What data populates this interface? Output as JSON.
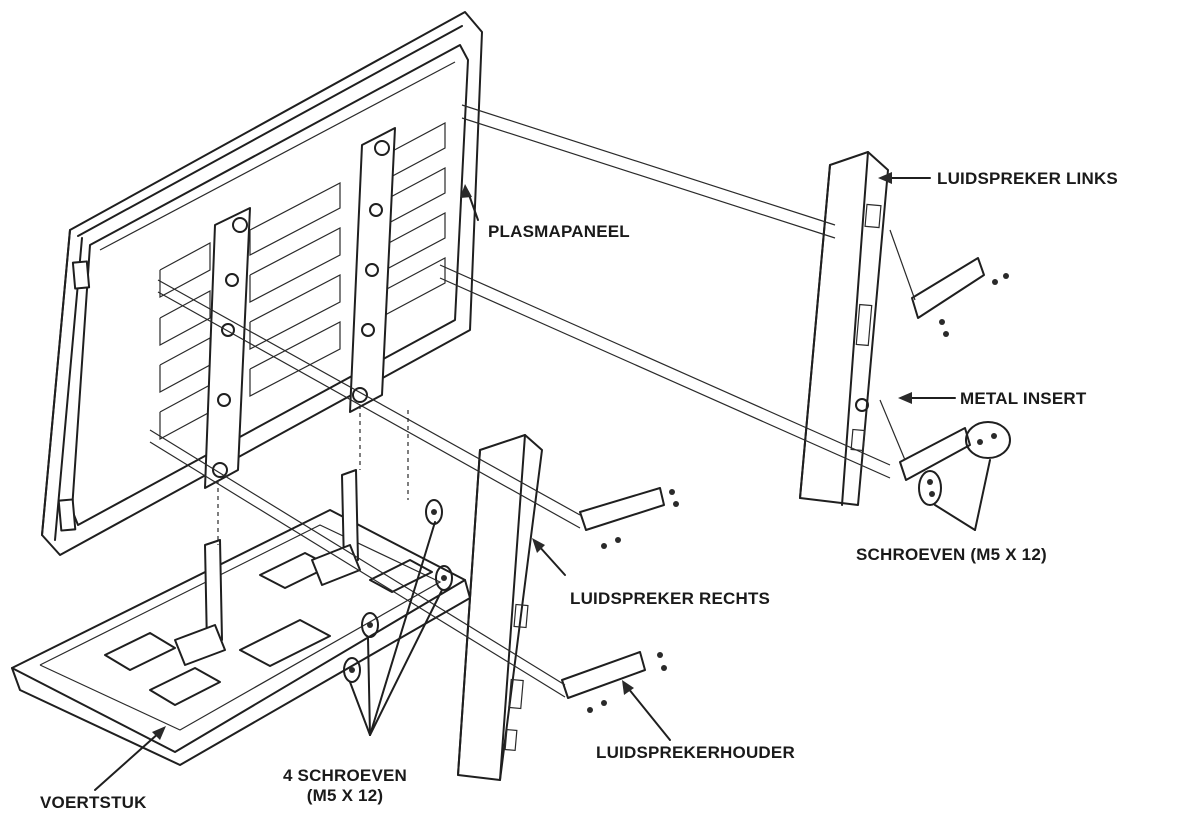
{
  "labels": {
    "speaker_left": "LUIDSPREKER LINKS",
    "plasma_panel": "PLASMAPANEEL",
    "metal_insert": "METAL INSERT",
    "screws_right": "SCHROEVEN (M5 X 12)",
    "speaker_right": "LUIDSPREKER RECHTS",
    "speaker_holder": "LUIDSPREKERHOUDER",
    "four_screws_line1": "4 SCHROEVEN",
    "four_screws_line2": "(M5 X 12)",
    "base": "VOERTSTUK"
  },
  "colors": {
    "ink": "#1f1f1f",
    "paper": "#ffffff"
  }
}
